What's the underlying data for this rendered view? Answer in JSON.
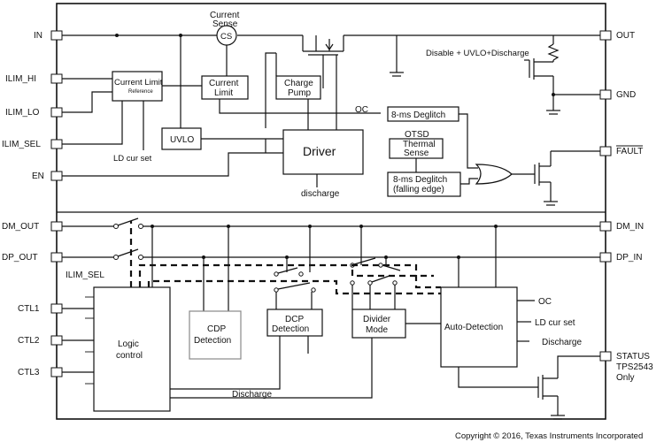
{
  "pins": {
    "in": "IN",
    "ilim_hi": "ILIM_HI",
    "ilim_lo": "ILIM_LO",
    "ilim_sel": "ILIM_SEL",
    "en": "EN",
    "dm_out": "DM_OUT",
    "dp_out": "DP_OUT",
    "ctl1": "CTL1",
    "ctl2": "CTL2",
    "ctl3": "CTL3",
    "out": "OUT",
    "gnd": "GND",
    "fault": "FAULT",
    "dm_in": "DM_IN",
    "dp_in": "DP_IN",
    "status": "STATUS",
    "status_note_1": "TPS2543",
    "status_note_2": "Only"
  },
  "blocks": {
    "current_sense_1": "Current",
    "current_sense_2": "Sense",
    "cs": "CS",
    "current_limit_small_1": "Current Limit",
    "current_limit_small_2": "Reference",
    "current_limit_1": "Current",
    "current_limit_2": "Limit",
    "charge_pump_1": "Charge",
    "charge_pump_2": "Pump",
    "uvlo": "UVLO",
    "driver": "Driver",
    "discharge_driver": "discharge",
    "oc_top": "OC",
    "deglitch_1": "8-ms Deglitch",
    "otsd": "OTSD",
    "thermal_1": "Thermal",
    "thermal_2": "Sense",
    "deglitch_2a": "8-ms Deglitch",
    "deglitch_2b": "(falling edge)",
    "ld_cur_set_left": "LD cur set",
    "disable_label": "Disable + UVLO+Discharge",
    "ilim_sel_inner": "ILIM_SEL",
    "logic_1": "Logic",
    "logic_2": "control",
    "cdp_1": "CDP",
    "cdp_2": "Detection",
    "dcp_1": "DCP",
    "dcp_2": "Detection",
    "divider_1": "Divider",
    "divider_2": "Mode",
    "auto_detection": "Auto-Detection",
    "oc_right": "OC",
    "ld_cur_set_right": "LD cur set",
    "discharge_right": "Discharge",
    "discharge_bottom": "Discharge"
  },
  "copyright": "Copyright © 2016, Texas Instruments Incorporated"
}
